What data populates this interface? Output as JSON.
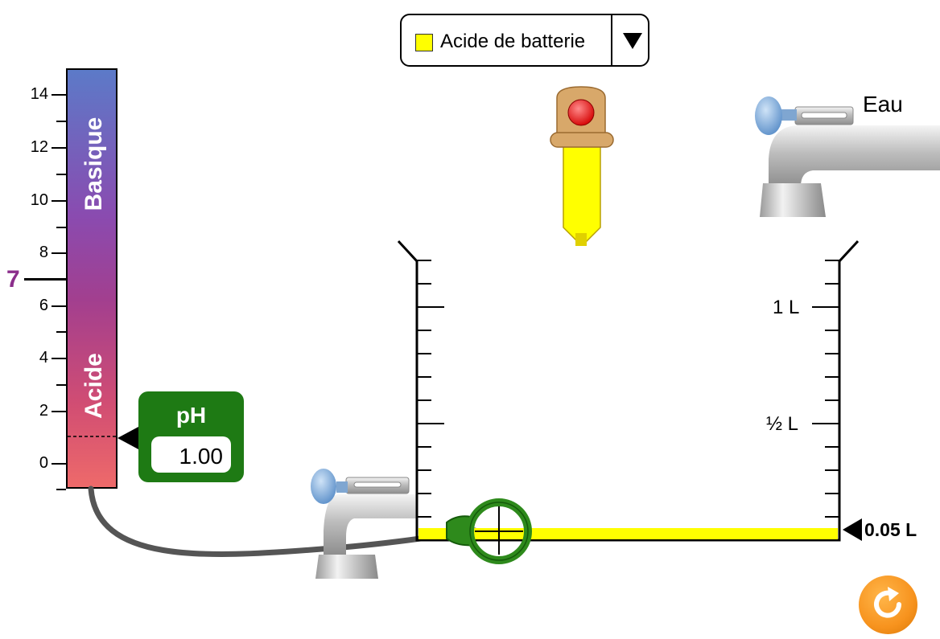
{
  "solute_selector": {
    "selected_label": "Acide de batterie",
    "swatch_color": "#ffff00"
  },
  "ph_scale": {
    "top_label": "Basique",
    "bottom_label": "Acide",
    "tick_labels": [
      "14",
      "12",
      "10",
      "8",
      "6",
      "4",
      "2",
      "0"
    ],
    "neutral_label": "7"
  },
  "ph_meter": {
    "title": "pH",
    "value": "1.00"
  },
  "beaker": {
    "mark_1l": "1 L",
    "mark_half_l": "½ L",
    "volume_readout": "0.05 L",
    "liquid_color": "#ffff00"
  },
  "water_faucet": {
    "label": "Eau"
  },
  "icons": {
    "dropper": "dropper-icon",
    "reset": "reset-icon"
  }
}
